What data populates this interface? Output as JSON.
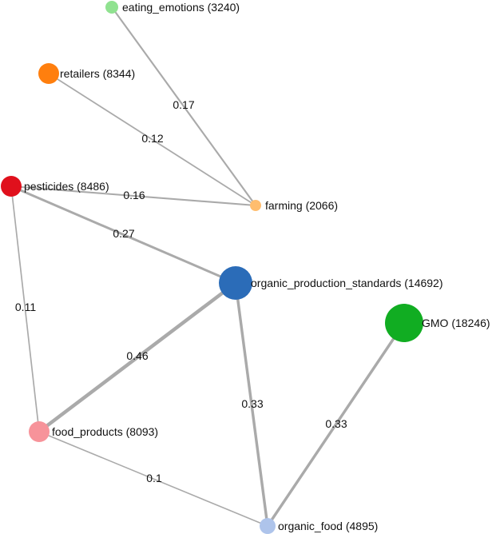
{
  "nodes": [
    {
      "id": "eating_emotions",
      "label": "eating_emotions (3240)",
      "color": "#90e290"
    },
    {
      "id": "retailers",
      "label": "retailers (8344)",
      "color": "#ff7f0e"
    },
    {
      "id": "pesticides",
      "label": "pesticides (8486)",
      "color": "#e0101c"
    },
    {
      "id": "farming",
      "label": "farming (2066)",
      "color": "#ffbd6e"
    },
    {
      "id": "organic_production_standards",
      "label": "organic_production_standards (14692)",
      "color": "#2b6cb8"
    },
    {
      "id": "GMO",
      "label": "GMO (18246)",
      "color": "#11ad22"
    },
    {
      "id": "food_products",
      "label": "food_products (8093)",
      "color": "#f7939a"
    },
    {
      "id": "organic_food",
      "label": "organic_food (4895)",
      "color": "#aec4eb"
    }
  ],
  "edges": [
    {
      "source": "eating_emotions",
      "target": "farming",
      "weight": "0.17"
    },
    {
      "source": "retailers",
      "target": "farming",
      "weight": "0.12"
    },
    {
      "source": "pesticides",
      "target": "farming",
      "weight": "0.16"
    },
    {
      "source": "pesticides",
      "target": "organic_production_standards",
      "weight": "0.27"
    },
    {
      "source": "pesticides",
      "target": "food_products",
      "weight": "0.11"
    },
    {
      "source": "organic_production_standards",
      "target": "food_products",
      "weight": "0.46"
    },
    {
      "source": "organic_production_standards",
      "target": "organic_food",
      "weight": "0.33"
    },
    {
      "source": "GMO",
      "target": "organic_food",
      "weight": "0.33"
    },
    {
      "source": "food_products",
      "target": "organic_food",
      "weight": "0.1"
    }
  ]
}
